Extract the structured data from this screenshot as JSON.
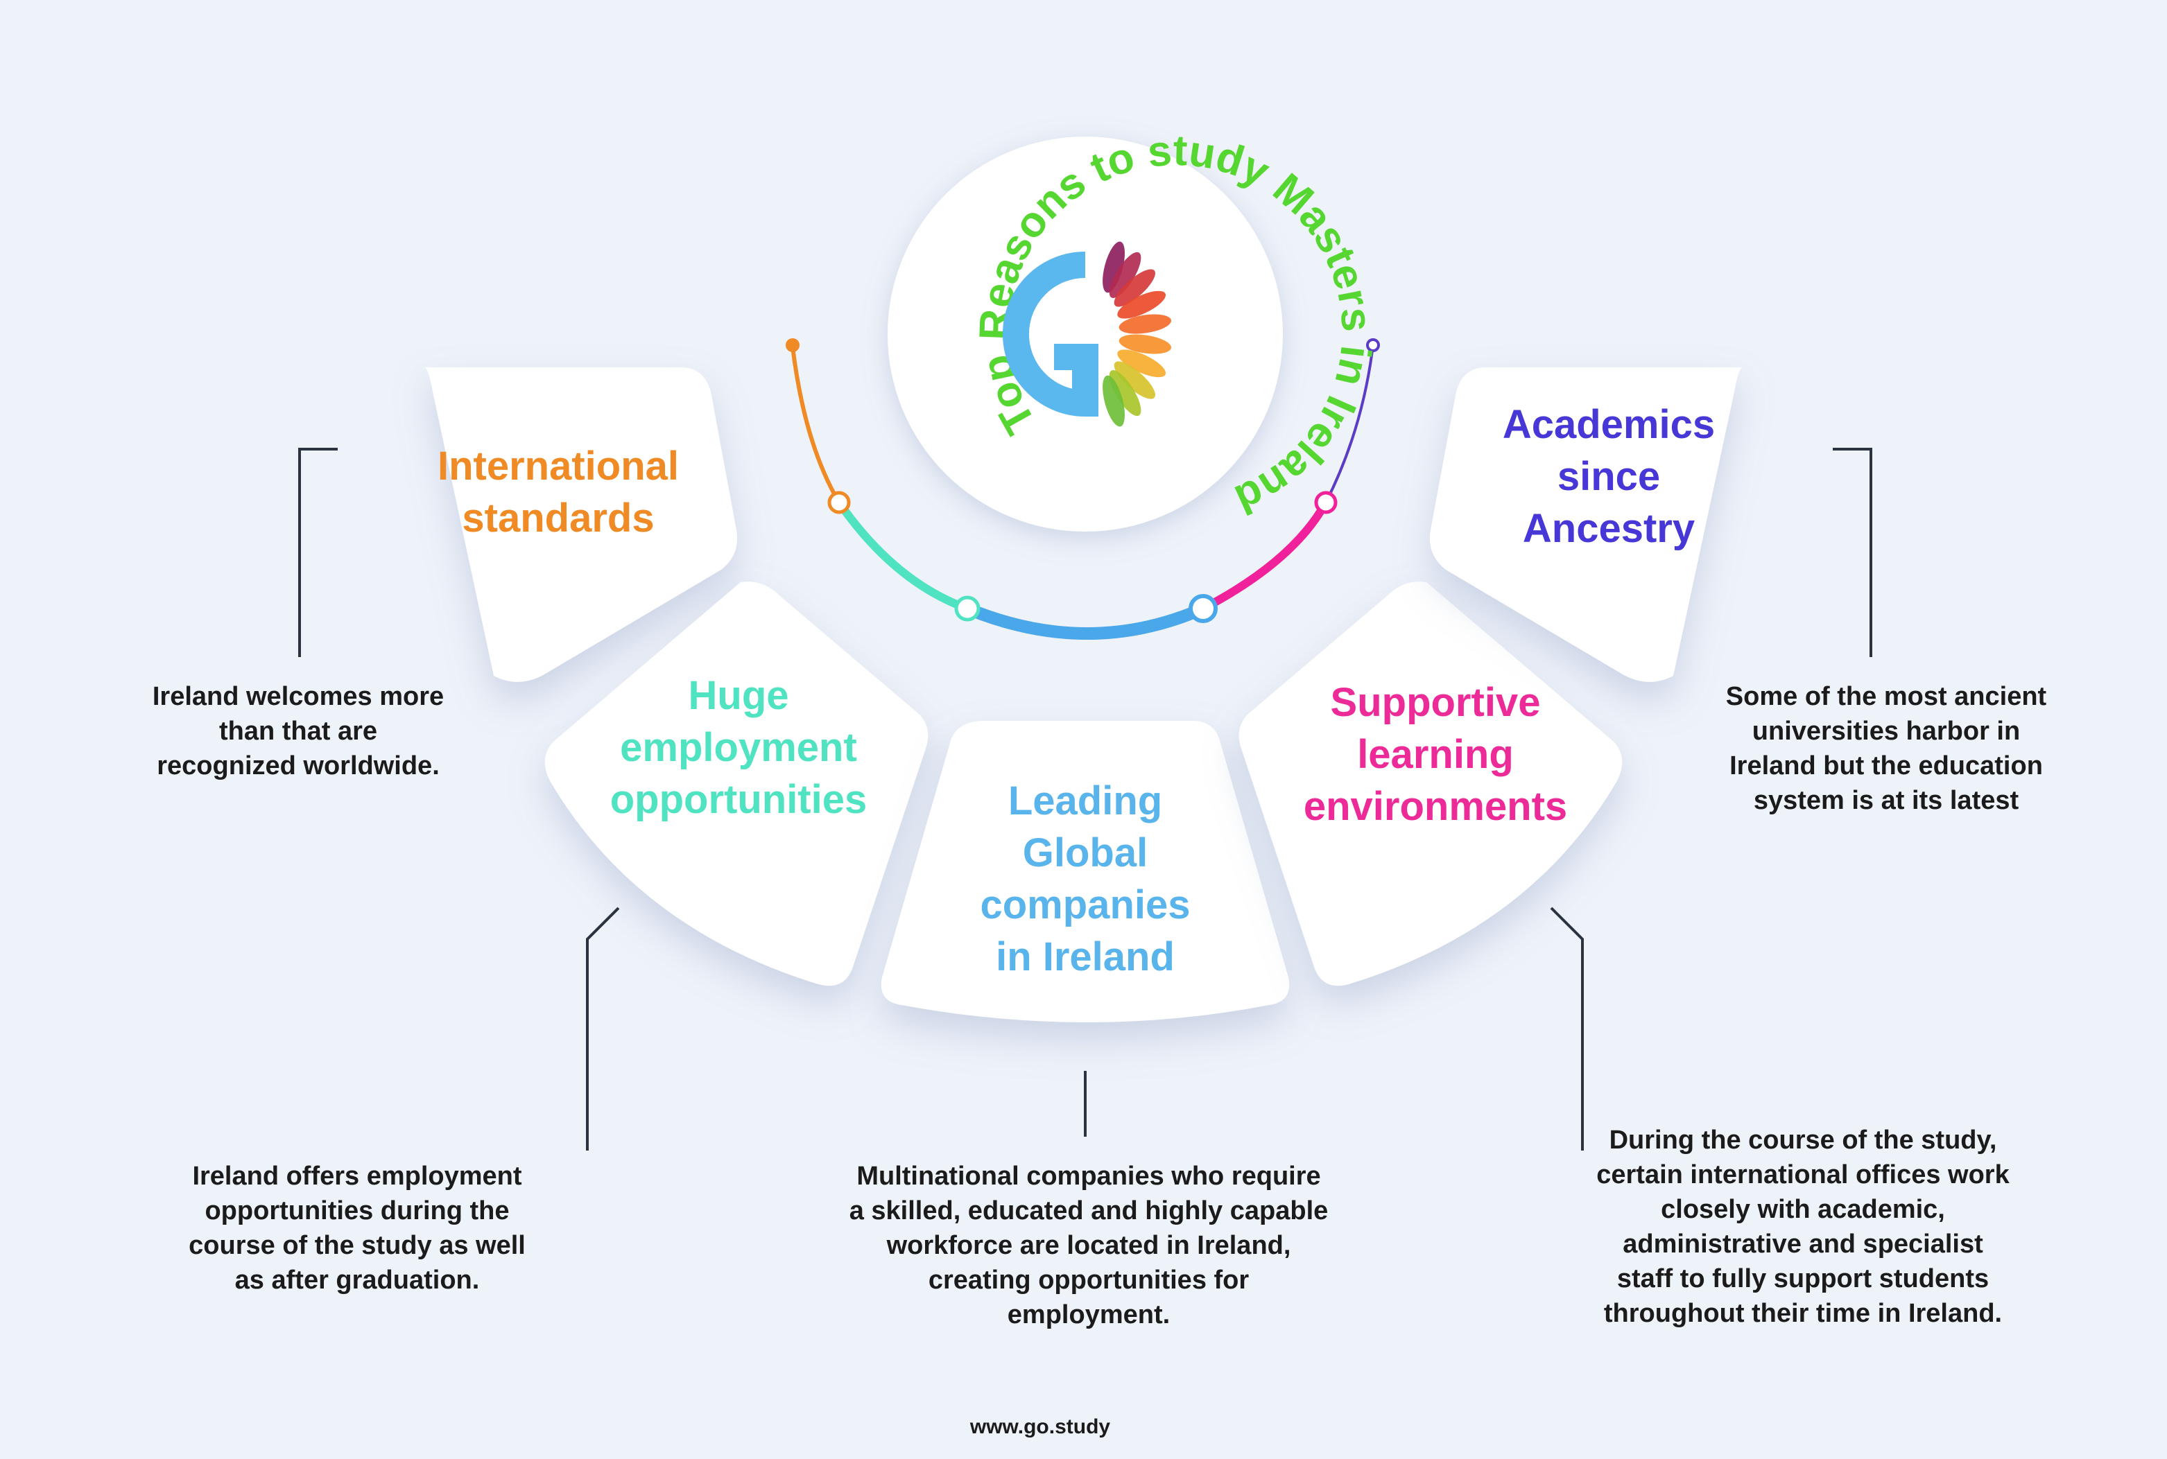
{
  "header": {
    "circle_text": "Top Reasons to study Masters in Ireland"
  },
  "logo": {
    "icon": "go-study-logo",
    "g_color": "#5ab8ee",
    "petal_colors": [
      "#8e1f5e",
      "#b22a52",
      "#d63a3a",
      "#ea4c2a",
      "#f36b2a",
      "#f7902a",
      "#f6ad2e",
      "#d7c22b",
      "#a8c72b",
      "#6fbf3a"
    ]
  },
  "arc": {
    "colors": [
      "#f08a24",
      "#4fe3c1",
      "#4aa8ea",
      "#f0219a",
      "#5b3cc4"
    ]
  },
  "reasons": [
    {
      "title_lines": [
        "International",
        "standards"
      ],
      "color": "#f08a24",
      "description_lines": [
        "Ireland welcomes more",
        "than that are",
        "recognized worldwide."
      ]
    },
    {
      "title_lines": [
        "Huge",
        "employment",
        "opportunities"
      ],
      "color": "#4fe3c1",
      "description_lines": [
        "Ireland offers employment",
        "opportunities during the",
        "course of the study as well",
        "as after graduation."
      ]
    },
    {
      "title_lines": [
        "Leading",
        "Global",
        "companies",
        "in Ireland"
      ],
      "color": "#5ab4ec",
      "description_lines": [
        "Multinational companies who require",
        "a skilled, educated and highly capable",
        "workforce are located in Ireland,",
        "creating opportunities for",
        "employment."
      ]
    },
    {
      "title_lines": [
        "Supportive",
        "learning",
        "environments"
      ],
      "color": "#ec2a98",
      "description_lines": [
        "During the course of the study,",
        "certain international offices work",
        "closely with academic,",
        "administrative and specialist",
        "staff to fully support students",
        "throughout their time in Ireland."
      ]
    },
    {
      "title_lines": [
        "Academics",
        "since",
        "Ancestry"
      ],
      "color": "#4637d6",
      "description_lines": [
        "Some of the most ancient",
        "universities harbor in",
        "Ireland but the education",
        "system is at its latest"
      ]
    }
  ],
  "footer": {
    "url": "www.go.study"
  }
}
